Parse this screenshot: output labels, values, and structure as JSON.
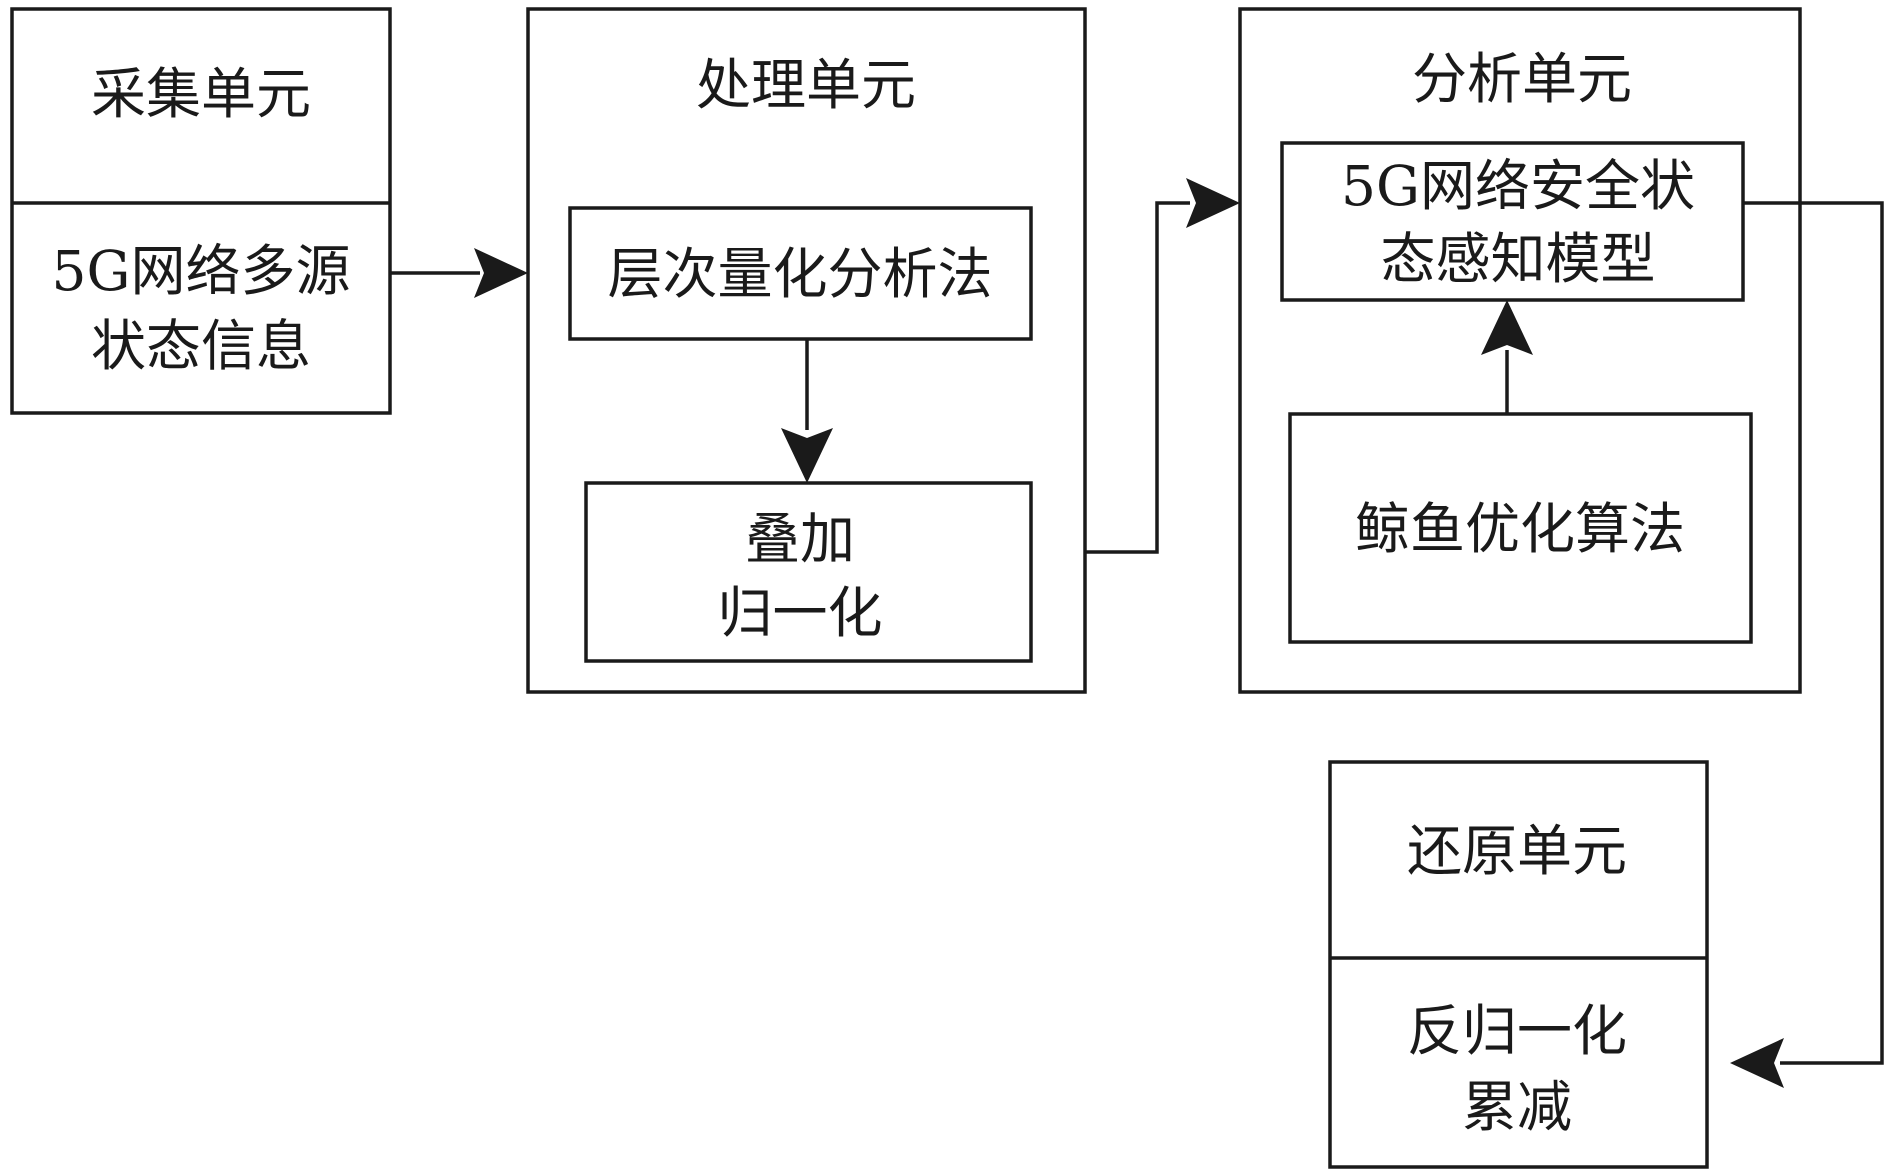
{
  "units": {
    "collection": {
      "title": "采集单元",
      "content": [
        "5G网络多源",
        "状态信息"
      ]
    },
    "processing": {
      "title": "处理单元",
      "method": "层次量化分析法",
      "step": [
        "叠加",
        "归一化"
      ]
    },
    "analysis": {
      "title": "分析单元",
      "model": [
        "5G网络安全状",
        "态感知模型"
      ],
      "algorithm": "鲸鱼优化算法"
    },
    "restoration": {
      "title": "还原单元",
      "content": [
        "反归一化",
        "累减"
      ]
    }
  }
}
